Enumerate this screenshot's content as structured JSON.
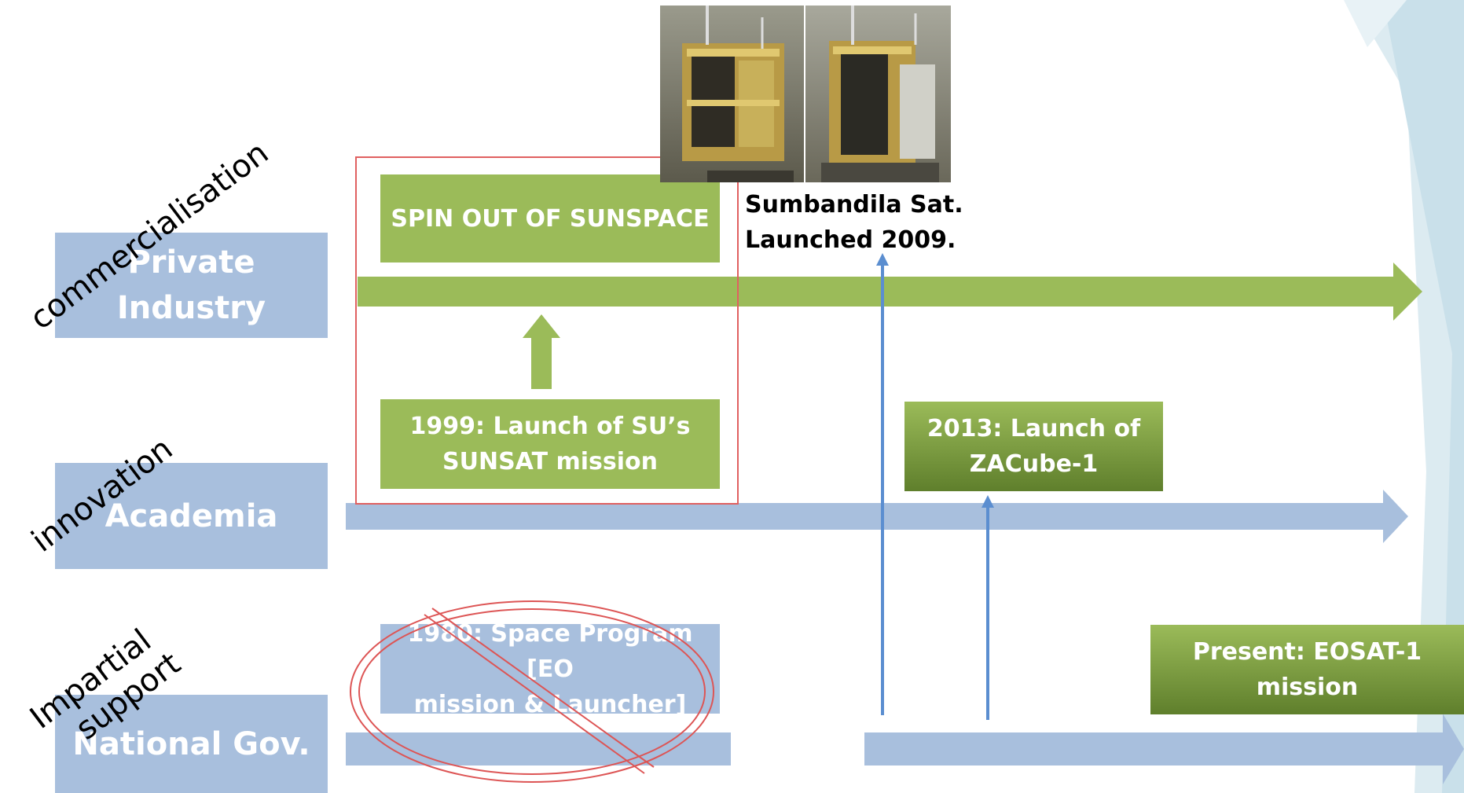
{
  "sectors": {
    "private": [
      "Private",
      "Industry"
    ],
    "academia": "Academia",
    "government": "National Gov."
  },
  "roles": {
    "commercialisation": "commercialisation",
    "innovation": "innovation",
    "impartial": [
      "Impartial",
      "support"
    ]
  },
  "events": {
    "spinout": "SPIN OUT OF SUNSPACE",
    "sunsat": [
      "1999: Launch of SU’s",
      "SUNSAT mission"
    ],
    "zacube": [
      "2013: Launch of",
      "ZACube-1"
    ],
    "eosat": [
      "Present: EOSAT-1",
      "mission"
    ],
    "space_program": [
      "1980: Space Program [EO",
      "mission & Launcher]"
    ]
  },
  "satellite": {
    "caption": [
      "Sumbandila Sat.",
      "Launched 2009."
    ],
    "photo_count": 2
  },
  "colors": {
    "green": "#9bbb59",
    "blue_sector": "#a8bfdd",
    "blue_arrow": "#5b8ed0",
    "highlight_red": "#e06060"
  }
}
